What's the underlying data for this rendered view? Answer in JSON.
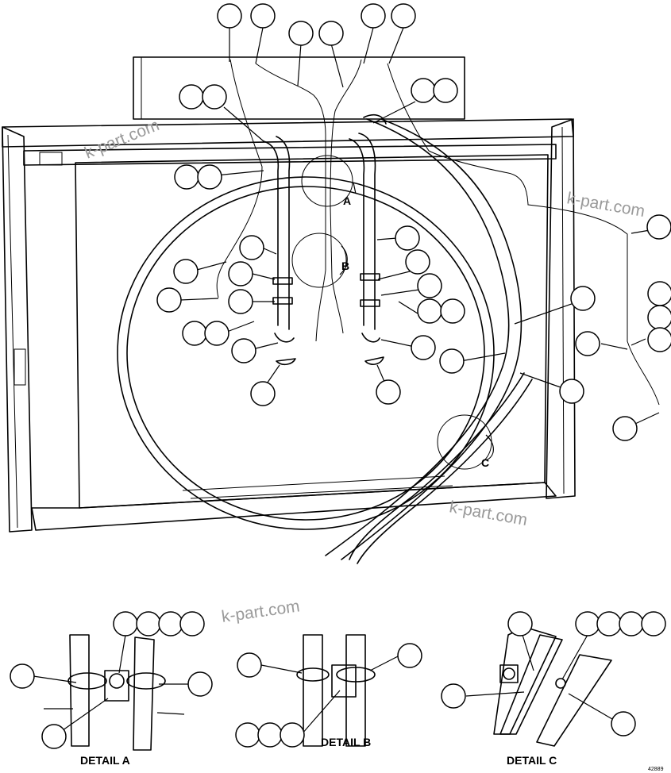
{
  "watermark": "k-part.com",
  "drawing_number": "42889",
  "detail_markers": {
    "a": "A",
    "b": "B",
    "c": "C"
  },
  "detail_labels": {
    "a": "DETAIL A",
    "b": "DETAIL B",
    "c": "DETAIL C"
  }
}
